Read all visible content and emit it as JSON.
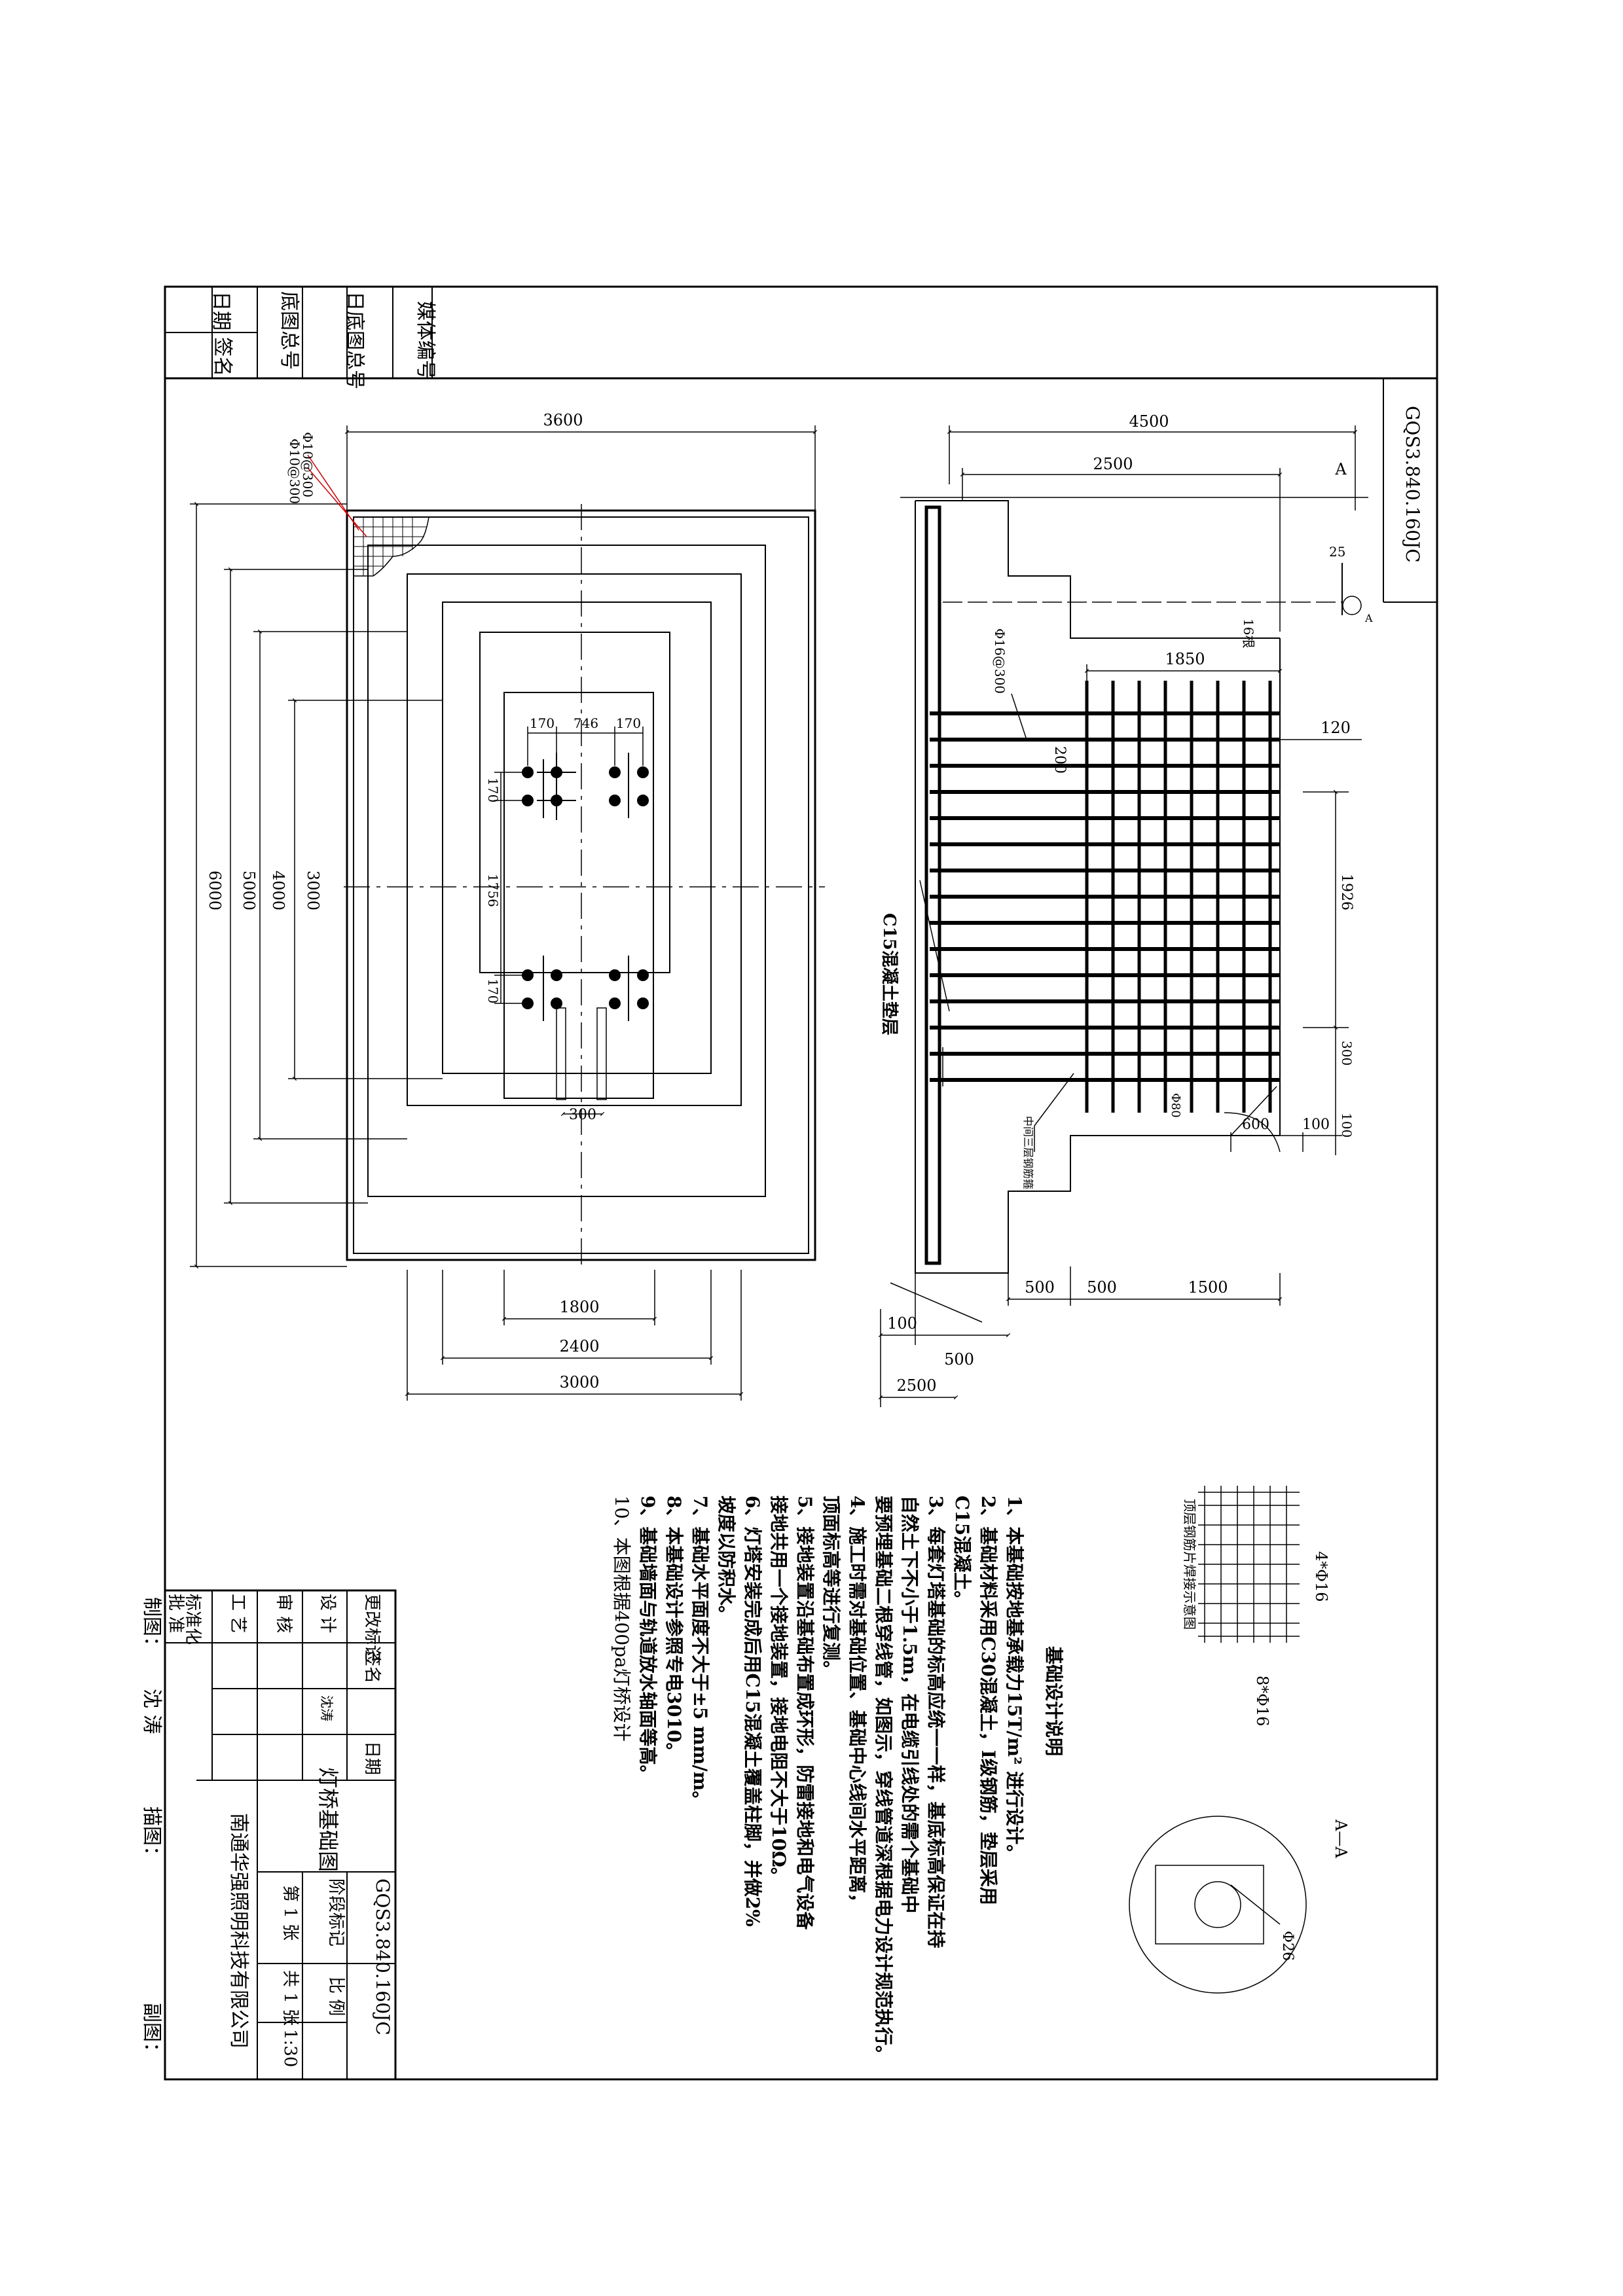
{
  "sheet": {
    "drawing_number": "GQS3.840.160JC",
    "top_strip": {
      "media_no": "媒体编号",
      "base_total_no": "日底图总号",
      "base_total_no2": "底图总号",
      "date": "日期",
      "sign": "签名"
    }
  },
  "plan": {
    "dim_top": "3600",
    "rebar_a": "Φ10@300",
    "rebar_b": "Φ10@300",
    "dim_6000": "6000",
    "dim_5000": "5000",
    "dim_4000": "4000",
    "dim_3000v": "3000",
    "dim_170a": "170",
    "dim_746": "746",
    "dim_170b": "170",
    "dim_170c": "170",
    "dim_1756": "1756",
    "dim_170d": "170",
    "dim_300": "300",
    "dim_1800": "1800",
    "dim_2400": "2400",
    "dim_3000h": "3000"
  },
  "section": {
    "dim_4500": "4500",
    "dim_2500": "2500",
    "mark_a": "A",
    "mark_a2": "A",
    "dim_25": "25",
    "rebar_16": "Φ16@300",
    "label_16": "16根",
    "dim_1850": "1850",
    "dim_120": "120",
    "dim_200": "200",
    "dim_1926": "1926",
    "cushion": "C15混凝土垫层",
    "middle_rebar": "中间三层钢筋箍",
    "dim_300": "300",
    "dim_100v": "100",
    "phi80": "Φ80",
    "dim_600": "600",
    "dim_100h": "100",
    "dim_500a": "500",
    "dim_500b": "500",
    "dim_1500": "1500",
    "dim_100b": "100",
    "dim_500c": "500",
    "dim_2500b": "2500"
  },
  "notes": {
    "title": "基础设计说明",
    "lines": [
      "1、本基础按地基承载力15T/m² 进行设计。",
      "2、基础材料采用C30混凝土，I级钢筋，垫层采用",
      "   C15混凝土。",
      "3、每套灯塔基础的标高应统一一样，基底标高保证在持",
      "   自然土下不小于1.5m，在电缆引线处的需个基础中",
      "   要预埋基础二根穿线管，如图示，穿线管道深根据电力设计规范执行。",
      "4、施工时需对基础位置、基础中心线间水平距离，",
      "   顶面标高等进行复测。",
      "5、接地装置沿基础布置成环形，防雷接地和电气设备",
      "   接地共用一个接地装置，接地电阻不大于10Ω。",
      "6、灯塔安装完成后用C15混凝土覆盖柱脚，并做2%",
      "   坡度以防积水。",
      "7、基础水平面度不大于±5 mm/m。",
      "8、本基础设计参照专电3010。",
      "9、基础墙面与轨道放水轴面等高。",
      "10、本图根据400pa灯桥设计"
    ]
  },
  "detail": {
    "count_a": "4*Φ16",
    "caption": "顶层钢筋片焊接示意图",
    "count_b": "8*Φ16",
    "section_title": "A—A",
    "phi26": "Φ26"
  },
  "title_block": {
    "change": "更改标记",
    "sign": "签名",
    "date": "日期",
    "design": "设  计",
    "designer": "沈涛",
    "review": "审  核",
    "process": "工  艺",
    "standard": "标准化",
    "approve": "批  准",
    "drawing_title": "灯桥基础图",
    "drawing_no": "GQS3.840.160JC",
    "stage": "阶段标记",
    "scale_label": "比  例",
    "scale": "1:30",
    "sheet_no": "第 1 张",
    "sheet_total": "共 1 张",
    "company": "南通华强照明科技有限公司",
    "drawn_by": "制图：",
    "drawn_name": "沈  涛",
    "traced_by": "描图：",
    "checked_by": "副图："
  }
}
